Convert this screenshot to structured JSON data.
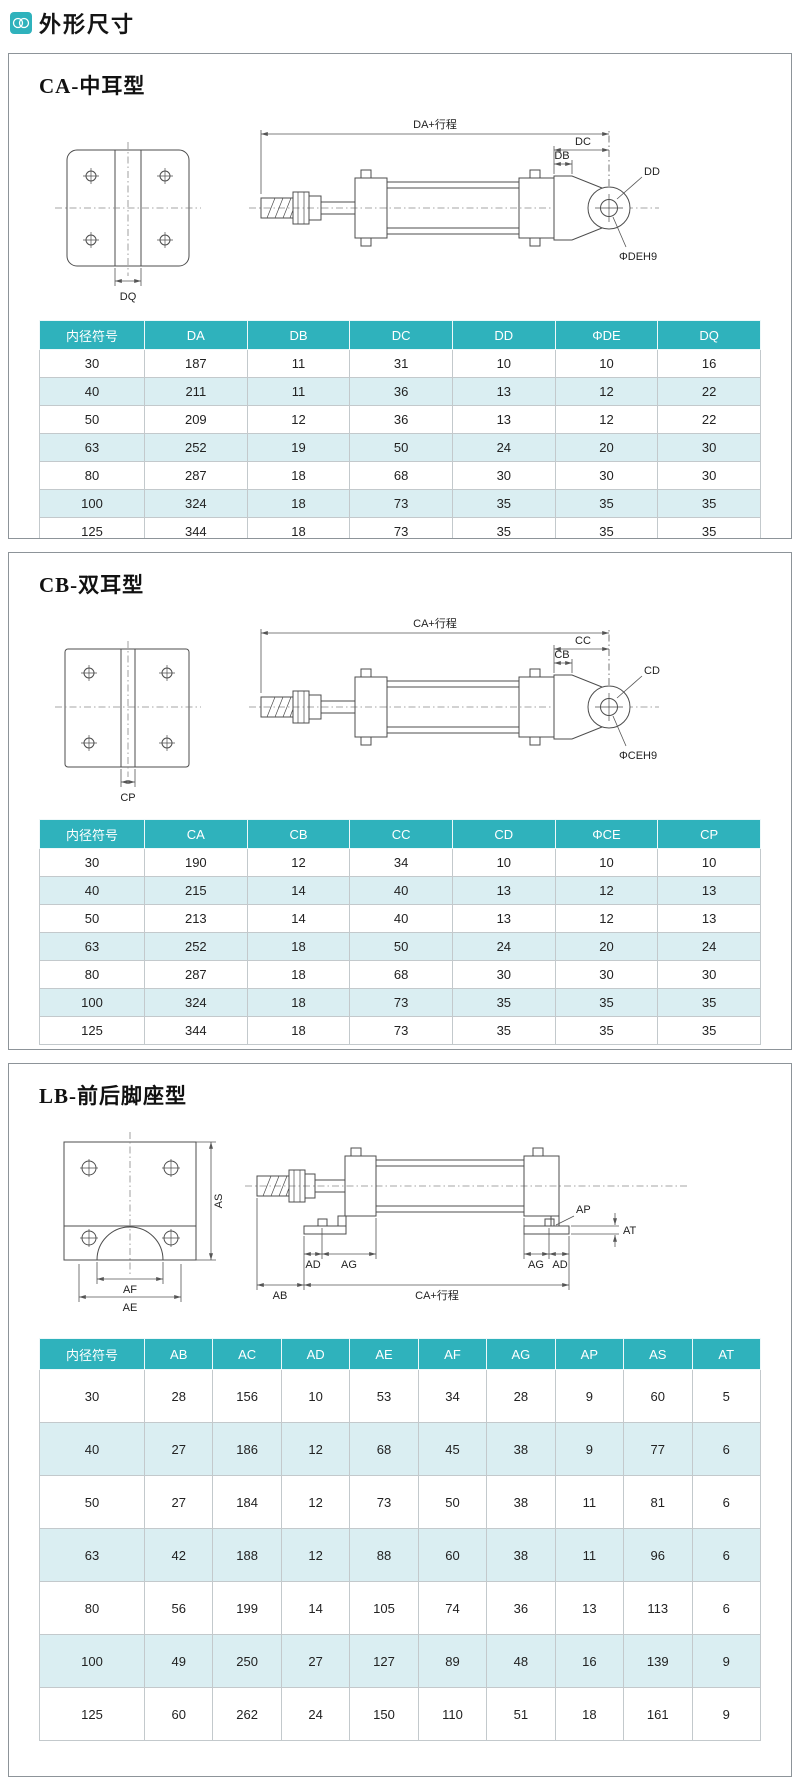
{
  "theme": {
    "accent": "#2fb2bc",
    "row_alt": "#daeef2"
  },
  "header": {
    "title": "外形尺寸"
  },
  "sections": [
    {
      "title": "CA-中耳型",
      "drawing": {
        "stroke_dim": "DA+行程",
        "dim1": "DC",
        "dim2": "DB",
        "hole_label": "DD",
        "hole_dia": "ΦDEH9",
        "boss_dim": "DQ"
      },
      "table": {
        "headers": [
          "内径符号",
          "DA",
          "DB",
          "DC",
          "DD",
          "ΦDE",
          "DQ"
        ],
        "rows": [
          [
            "30",
            "187",
            "11",
            "31",
            "10",
            "10",
            "16"
          ],
          [
            "40",
            "211",
            "11",
            "36",
            "13",
            "12",
            "22"
          ],
          [
            "50",
            "209",
            "12",
            "36",
            "13",
            "12",
            "22"
          ],
          [
            "63",
            "252",
            "19",
            "50",
            "24",
            "20",
            "30"
          ],
          [
            "80",
            "287",
            "18",
            "68",
            "30",
            "30",
            "30"
          ],
          [
            "100",
            "324",
            "18",
            "73",
            "35",
            "35",
            "35"
          ],
          [
            "125",
            "344",
            "18",
            "73",
            "35",
            "35",
            "35"
          ]
        ]
      }
    },
    {
      "title": "CB-双耳型",
      "drawing": {
        "stroke_dim": "CA+行程",
        "dim1": "CC",
        "dim2": "CB",
        "hole_label": "CD",
        "hole_dia": "ΦCEH9",
        "boss_dim": "CP"
      },
      "table": {
        "headers": [
          "内径符号",
          "CA",
          "CB",
          "CC",
          "CD",
          "ΦCE",
          "CP"
        ],
        "rows": [
          [
            "30",
            "190",
            "12",
            "34",
            "10",
            "10",
            "10"
          ],
          [
            "40",
            "215",
            "14",
            "40",
            "13",
            "12",
            "13"
          ],
          [
            "50",
            "213",
            "14",
            "40",
            "13",
            "12",
            "13"
          ],
          [
            "63",
            "252",
            "18",
            "50",
            "24",
            "20",
            "24"
          ],
          [
            "80",
            "287",
            "18",
            "68",
            "30",
            "30",
            "30"
          ],
          [
            "100",
            "324",
            "18",
            "73",
            "35",
            "35",
            "35"
          ],
          [
            "125",
            "344",
            "18",
            "73",
            "35",
            "35",
            "35"
          ]
        ]
      }
    },
    {
      "title": "LB-前后脚座型",
      "drawing": {
        "as_dim": "AS",
        "af_dim": "AF",
        "ae_dim": "AE",
        "ap_dim": "AP",
        "ad_left": "AD",
        "ag_left": "AG",
        "ag_right": "AG",
        "ad_right": "AD",
        "at_dim": "AT",
        "ab_dim": "AB",
        "stroke_dim": "CA+行程"
      },
      "table": {
        "headers": [
          "内径符号",
          "AB",
          "AC",
          "AD",
          "AE",
          "AF",
          "AG",
          "AP",
          "AS",
          "AT"
        ],
        "rows": [
          [
            "30",
            "28",
            "156",
            "10",
            "53",
            "34",
            "28",
            "9",
            "60",
            "5"
          ],
          [
            "40",
            "27",
            "186",
            "12",
            "68",
            "45",
            "38",
            "9",
            "77",
            "6"
          ],
          [
            "50",
            "27",
            "184",
            "12",
            "73",
            "50",
            "38",
            "11",
            "81",
            "6"
          ],
          [
            "63",
            "42",
            "188",
            "12",
            "88",
            "60",
            "38",
            "11",
            "96",
            "6"
          ],
          [
            "80",
            "56",
            "199",
            "14",
            "105",
            "74",
            "36",
            "13",
            "113",
            "6"
          ],
          [
            "100",
            "49",
            "250",
            "27",
            "127",
            "89",
            "48",
            "16",
            "139",
            "9"
          ],
          [
            "125",
            "60",
            "262",
            "24",
            "150",
            "110",
            "51",
            "18",
            "161",
            "9"
          ]
        ]
      }
    }
  ]
}
